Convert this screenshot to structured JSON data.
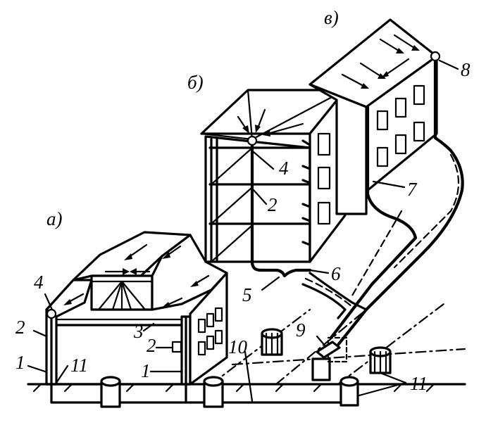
{
  "section_labels": {
    "a": "а)",
    "b": "б)",
    "v": "в)"
  },
  "callouts": {
    "c1_left": "1",
    "c1_right": "1",
    "c2_left": "2",
    "c2_mid": "2",
    "c2_tall": "2",
    "c3": "3",
    "c4_left": "4",
    "c4_tall": "4",
    "c5": "5",
    "c6": "6",
    "c7": "7",
    "c8": "8",
    "c9": "9",
    "c10": "10",
    "c11_left": "11",
    "c11_right": "11"
  }
}
